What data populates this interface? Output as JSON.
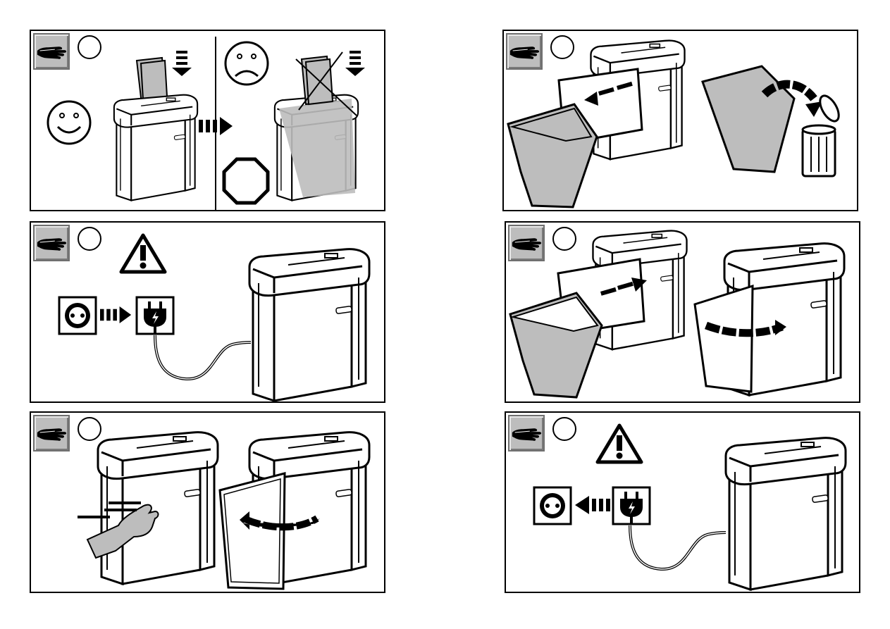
{
  "page": {
    "title": ""
  },
  "colors": {
    "line": "#000000",
    "fill_gray": "#bdbdbd",
    "badge_gray": "#bdbdbd"
  },
  "panels": [
    {
      "id": "p1",
      "step_label": "",
      "icons": [
        "hand-icon",
        "smiley-icon",
        "sad-face-icon",
        "stop-octagon-icon",
        "shredder-icon",
        "arrow-right-icon",
        "paper-insert-icon"
      ]
    },
    {
      "id": "p2",
      "step_label": "",
      "icons": [
        "hand-icon",
        "warning-triangle-icon",
        "power-socket-icon",
        "plug-icon",
        "shredder-icon",
        "power-cord"
      ]
    },
    {
      "id": "p3",
      "step_label": "",
      "icons": [
        "hand-icon",
        "shredder-icon",
        "push-hand-icon",
        "door-swing-arrow-icon"
      ]
    },
    {
      "id": "p4",
      "step_label": "",
      "icons": [
        "hand-icon",
        "shredder-icon",
        "bin-pull-arrow-icon",
        "waste-bin-icon",
        "trash-can-icon"
      ]
    },
    {
      "id": "p5",
      "step_label": "",
      "icons": [
        "hand-icon",
        "shredder-icon",
        "bin-insert-arrow-icon",
        "door-swing-arrow-icon"
      ]
    },
    {
      "id": "p6",
      "step_label": "",
      "icons": [
        "hand-icon",
        "warning-triangle-icon",
        "power-socket-icon",
        "plug-icon",
        "shredder-icon",
        "power-cord"
      ]
    }
  ]
}
